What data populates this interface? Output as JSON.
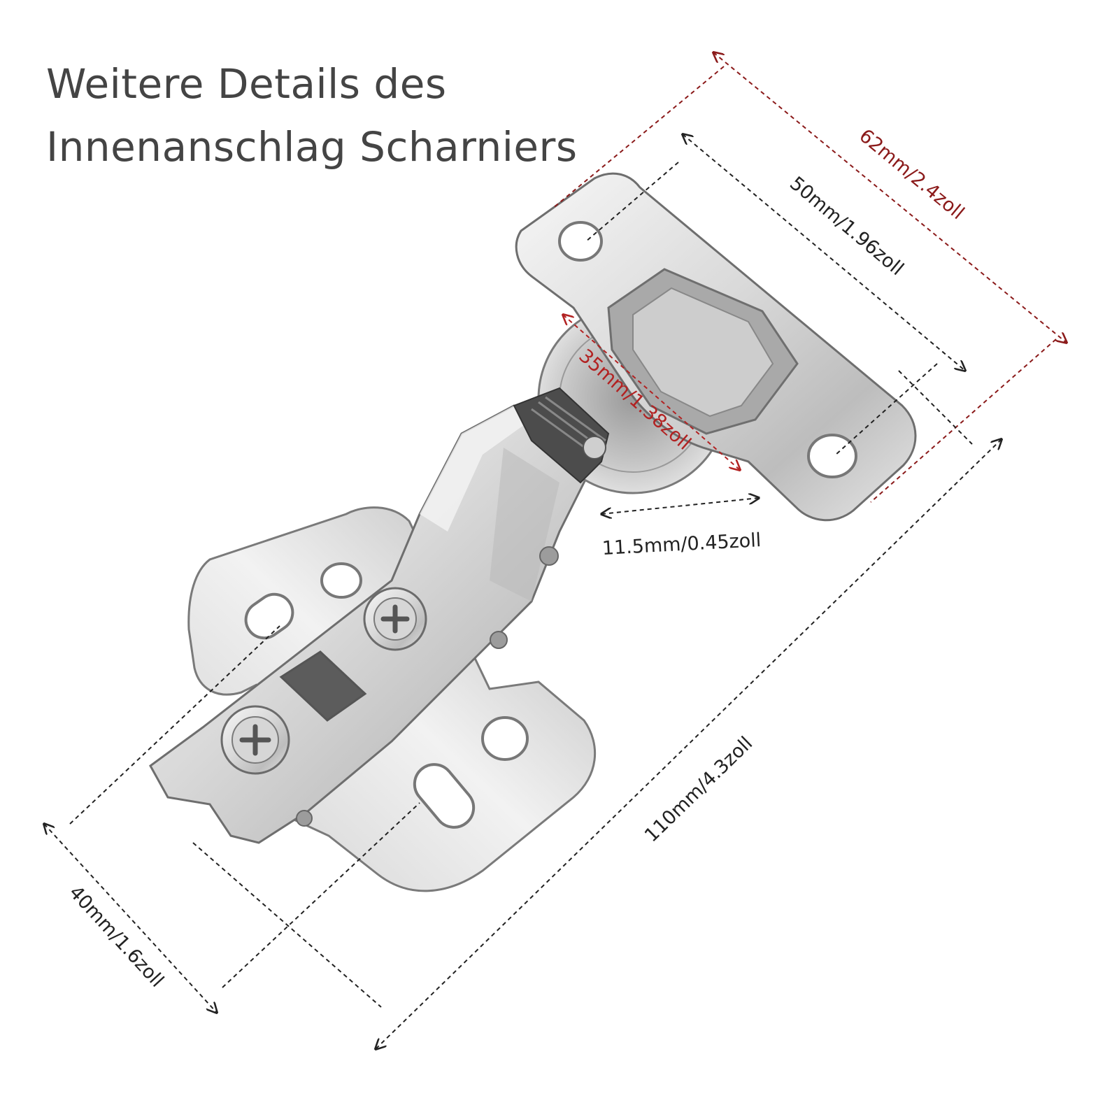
{
  "title": {
    "line1": "Weitere Details des",
    "line2": "Innenanschlag Scharniers"
  },
  "dimensions": [
    {
      "id": "overall-width",
      "label": "62mm/2.4zoll",
      "color": "#8b1a1a"
    },
    {
      "id": "hole-spacing",
      "label": "50mm/1.96zoll",
      "color": "#222222"
    },
    {
      "id": "cup-diameter",
      "label": "35mm/1.38zoll",
      "color": "#b22222"
    },
    {
      "id": "cup-offset",
      "label": "11.5mm/0.45zoll",
      "color": "#222222"
    },
    {
      "id": "overall-length",
      "label": "110mm/4.3zoll",
      "color": "#222222"
    },
    {
      "id": "plate-width",
      "label": "40mm/1.6zoll",
      "color": "#222222"
    }
  ],
  "colors": {
    "metal_light": "#e8e8e8",
    "metal_mid": "#c4c4c4",
    "metal_dark": "#8a8a8a",
    "edge": "#6e6e6e",
    "title": "#444444"
  }
}
